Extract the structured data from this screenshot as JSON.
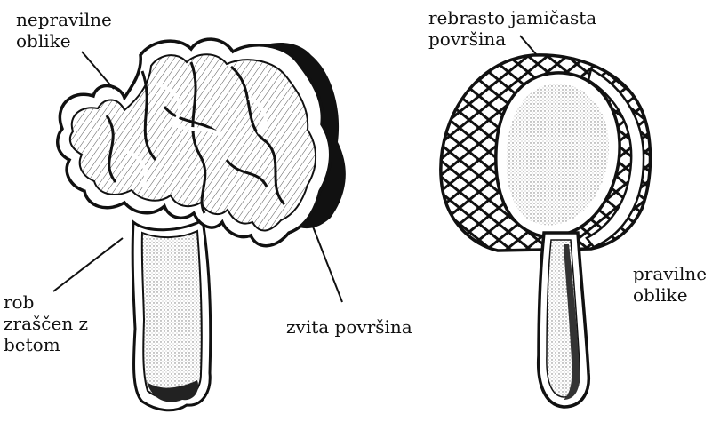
{
  "labels": {
    "irregular_shape": {
      "line1": "nepravilne",
      "line2": "oblike"
    },
    "fused_margin": {
      "line1": "rob",
      "line2": "zraščen z",
      "line3": "betom"
    },
    "convoluted_surface": {
      "line1": "zvita površina"
    },
    "ribbed_pitted_surface": {
      "line1": "rebrasto jamičasta",
      "line2": "površina"
    },
    "regular_shape": {
      "line1": "pravilne",
      "line2": "oblike"
    }
  },
  "colors": {
    "ink": "#111111",
    "paper": "#ffffff",
    "shade": "#3a3a3a"
  }
}
